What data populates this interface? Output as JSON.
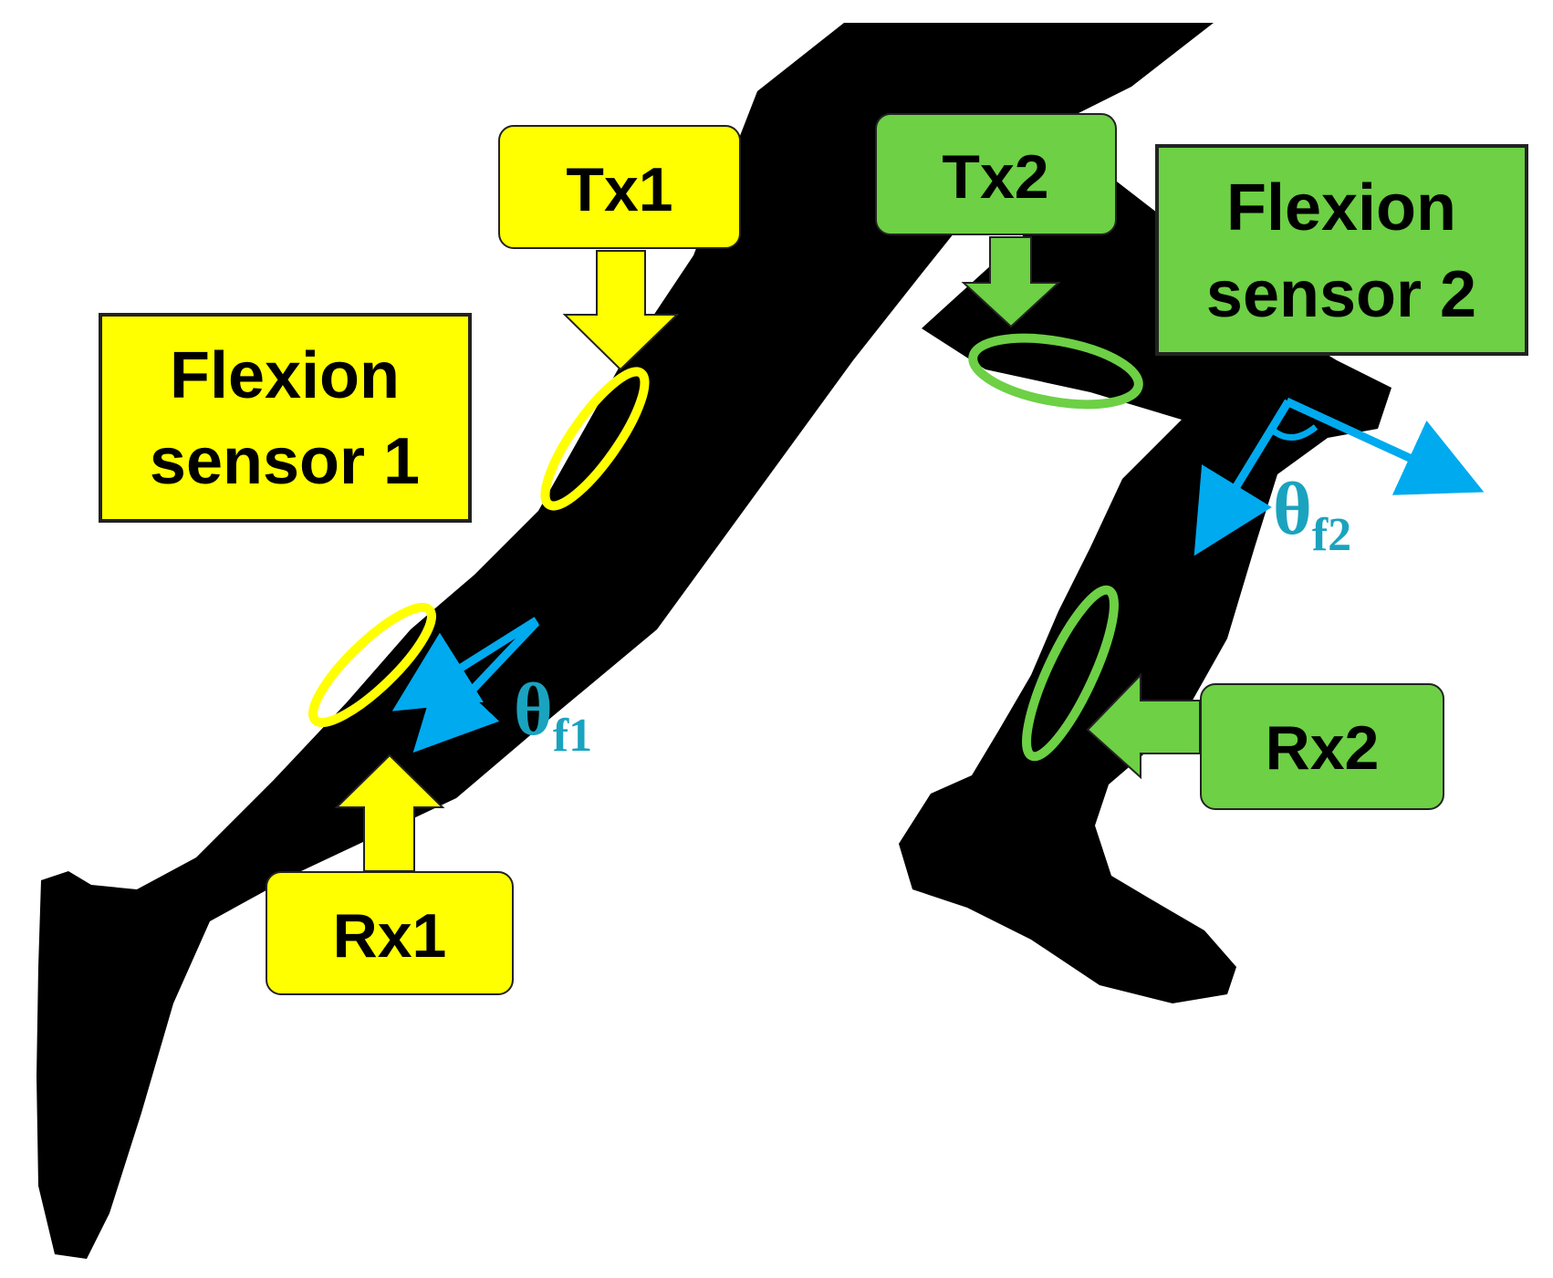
{
  "colors": {
    "silhouette": "#000000",
    "sensor1": "#ffff00",
    "sensor2": "#6dd045",
    "angle_arrow": "#00aaee",
    "angle_text": "#1aa3bf",
    "box_border": "#111111"
  },
  "sensor1": {
    "tx_label": "Tx1",
    "rx_label": "Rx1",
    "title_line1": "Flexion",
    "title_line2": "sensor 1"
  },
  "sensor2": {
    "tx_label": "Tx2",
    "rx_label": "Rx2",
    "title_line1": "Flexion",
    "title_line2": "sensor 2"
  },
  "angles": {
    "theta1_symbol": "θ",
    "theta1_sub": "f1",
    "theta2_symbol": "θ",
    "theta2_sub": "f2"
  }
}
